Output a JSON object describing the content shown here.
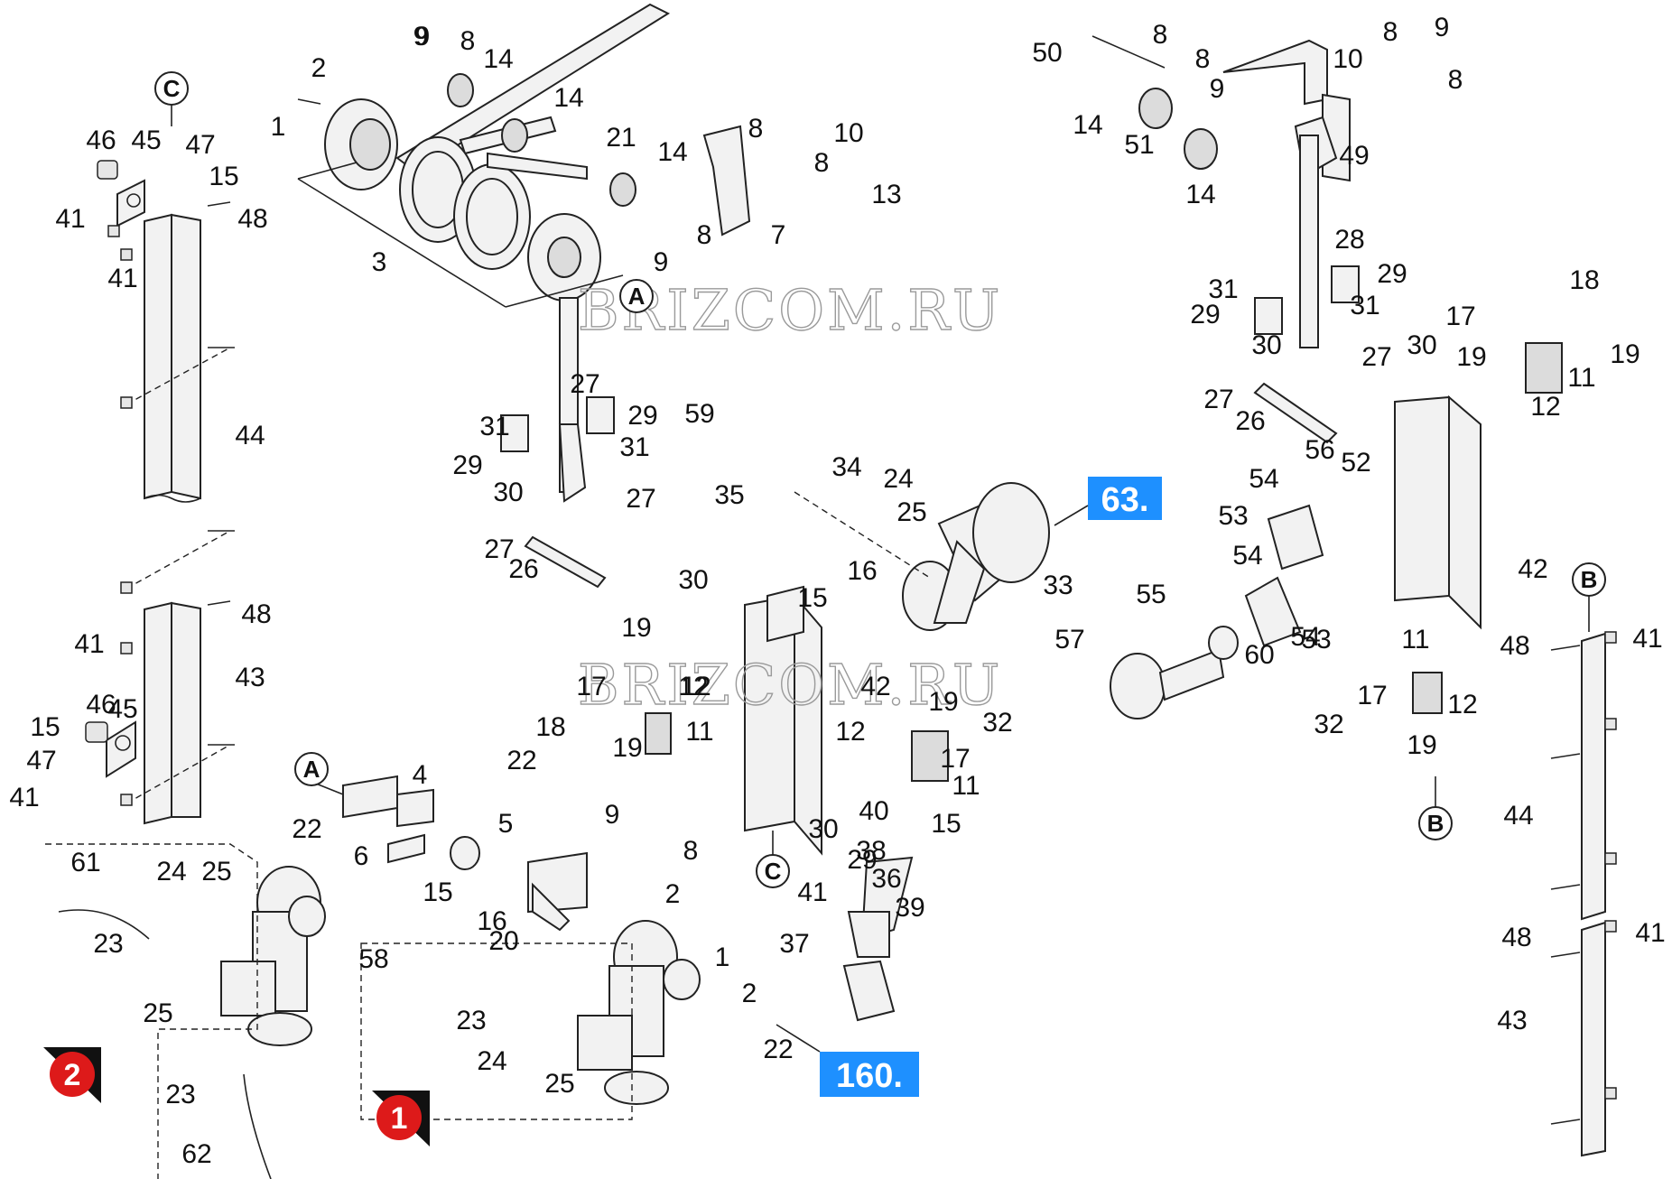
{
  "labels": [
    "1",
    "2",
    "3",
    "4",
    "5",
    "6",
    "7",
    "8",
    "9",
    "10",
    "11",
    "12",
    "13",
    "14",
    "15",
    "16",
    "17",
    "18",
    "19",
    "20",
    "21",
    "22",
    "23",
    "24",
    "25",
    "26",
    "27",
    "28",
    "29",
    "30",
    "31",
    "32",
    "33",
    "34",
    "35",
    "36",
    "37",
    "38",
    "39",
    "40",
    "41",
    "42",
    "43",
    "44",
    "45",
    "46",
    "47",
    "48",
    "49",
    "50",
    "51",
    "52",
    "53",
    "54",
    "55",
    "56",
    "57",
    "58",
    "59",
    "60",
    "61",
    "62"
  ],
  "section_letters": {
    "a": "A",
    "b": "B",
    "c": "C"
  },
  "callouts": {
    "motor_ref": "63.",
    "gearbox_ref": "160."
  },
  "variant_badges": {
    "one": "1",
    "two": "2"
  },
  "watermark": "BRIZCOM.RU",
  "colors": {
    "callout_bg": "#1e90ff",
    "badge_bg": "#dd1a1a",
    "line": "#222222"
  }
}
